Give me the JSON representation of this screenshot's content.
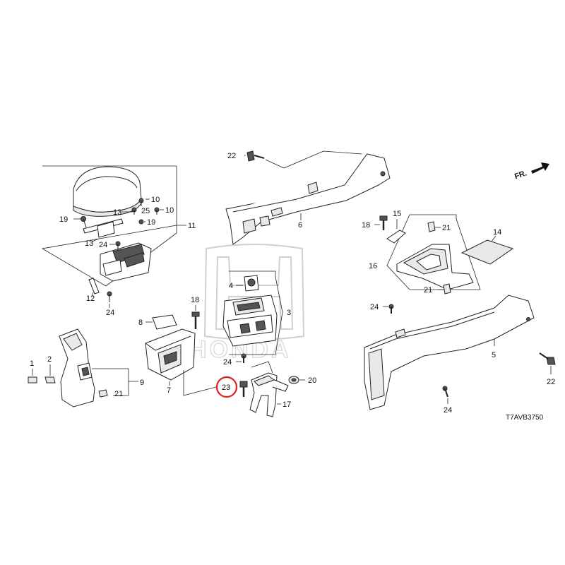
{
  "diagram_code": "T7AVB3750",
  "front_indicator": "FR.",
  "watermark_brand": "HONDA",
  "highlight_color": "#dd2222",
  "callouts": {
    "c1": "1",
    "c2": "2",
    "c3": "3",
    "c4": "4",
    "c5": "5",
    "c6": "6",
    "c7": "7",
    "c8": "8",
    "c9": "9",
    "c10a": "10",
    "c10b": "10",
    "c11": "11",
    "c12": "12",
    "c13a": "13",
    "c13b": "13",
    "c14": "14",
    "c15": "15",
    "c16": "16",
    "c17": "17",
    "c18a": "18",
    "c18b": "18",
    "c19a": "19",
    "c19b": "19",
    "c20": "20",
    "c21a": "21",
    "c21b": "21",
    "c21c": "21",
    "c22a": "22",
    "c22b": "22",
    "c23": "23",
    "c24a": "24",
    "c24b": "24",
    "c24c": "24",
    "c24d": "24",
    "c24e": "24",
    "c25": "25"
  },
  "highlighted_part": "23"
}
